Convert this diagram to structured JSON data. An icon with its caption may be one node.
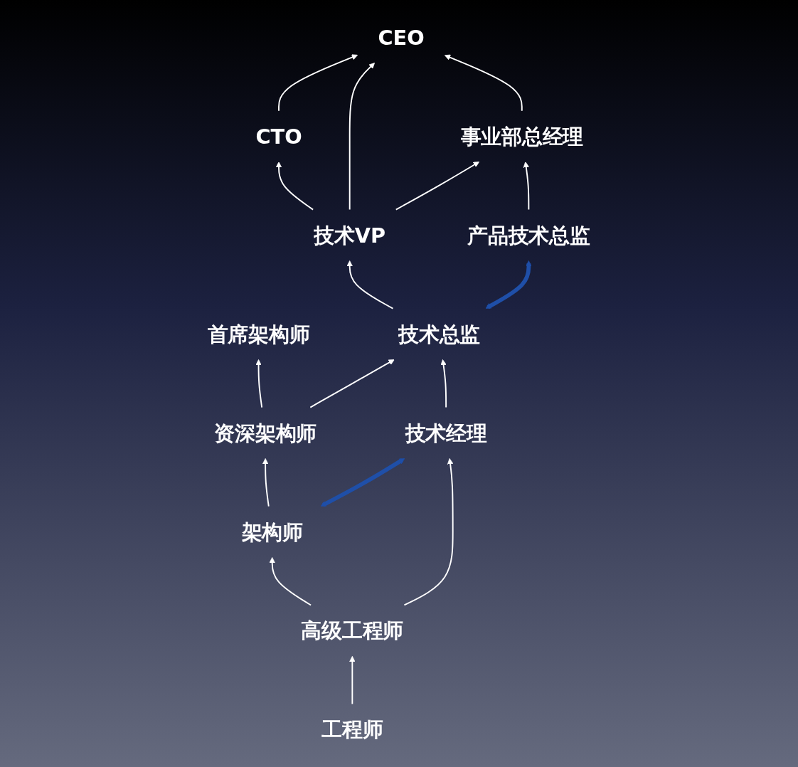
{
  "diagram": {
    "nodes": [
      {
        "text": [
          "CTO"
        ]
      },
      {
        "text": [
          "CEO"
        ]
      },
      {
        "text": [
          "首席架构师"
        ]
      },
      {
        "text": [
          "技术VP"
        ]
      },
      {
        "text": [
          "事业部总经理"
        ]
      },
      {
        "text": [
          "资深架构师"
        ]
      },
      {
        "text": [
          "技术总监"
        ]
      },
      {
        "text": [
          "产品技术总监"
        ]
      },
      {
        "text": [
          "架构师"
        ]
      },
      {
        "text": [
          "技术经理"
        ]
      },
      {
        "text": [
          "高级工程师"
        ]
      },
      {
        "text": [
          "工程师"
        ]
      }
    ],
    "edges": [
      {
        "from": 0,
        "to": 1,
        "arrow": "to"
      },
      {
        "from": 3,
        "to": 0,
        "arrow": "to"
      },
      {
        "from": 3,
        "to": 1,
        "arrow": "to"
      },
      {
        "from": 4,
        "to": 1,
        "arrow": "to"
      },
      {
        "from": 3,
        "to": 4,
        "arrow": "to"
      },
      {
        "from": 5,
        "to": 2,
        "arrow": "to"
      },
      {
        "from": 6,
        "to": 3,
        "arrow": "to"
      },
      {
        "from": 7,
        "to": 4,
        "arrow": "to"
      },
      {
        "from": 5,
        "to": 6,
        "arrow": "to"
      },
      {
        "from": 6,
        "to": 7,
        "arrow": "both",
        "style": "thick",
        "color": "#1f4fa8"
      },
      {
        "from": 8,
        "to": 5,
        "arrow": "to"
      },
      {
        "from": 9,
        "to": 6,
        "arrow": "to"
      },
      {
        "from": 8,
        "to": 9,
        "arrow": "both",
        "style": "thick",
        "color": "#1f4fa8"
      },
      {
        "from": 10,
        "to": 8,
        "arrow": "to"
      },
      {
        "from": 10,
        "to": 9,
        "arrow": "to"
      },
      {
        "from": 11,
        "to": 10,
        "arrow": "to"
      }
    ]
  }
}
